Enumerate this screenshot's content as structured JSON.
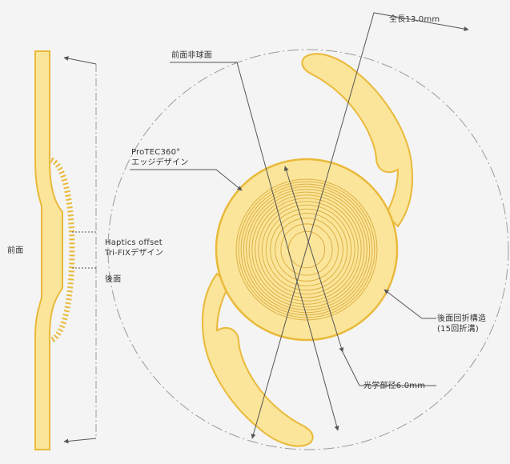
{
  "diagram": {
    "labels": {
      "overall_length": "全長13.0mm",
      "anterior_aspheric": "前面非球面",
      "edge_design_line1": "ProTEC360°",
      "edge_design_line2": "エッジデザイン",
      "haptics_line1": "Haptics offset",
      "haptics_line2": "Tri-FIXデザイン",
      "anterior": "前面",
      "posterior": "後面",
      "diffractive_line1": "後面回折構造",
      "diffractive_line2": "(15回折溝)",
      "optic_diameter": "光学部径6.0mm"
    },
    "colors": {
      "background": "#f4f4f4",
      "lens_fill": "#fbe59a",
      "lens_stroke": "#e9b93a",
      "ring": "#ddb045",
      "leader": "#555555",
      "dash_circle": "#9a9a9a"
    },
    "diffractive_ring_count": 15
  }
}
